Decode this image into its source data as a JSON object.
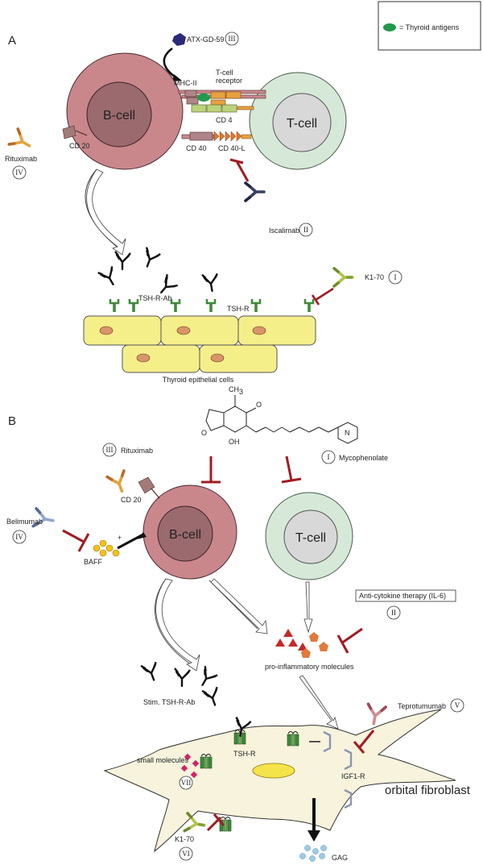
{
  "legend": {
    "text": "= Thyroid antigens"
  },
  "panel_a": {
    "letter": "A",
    "b_cell": "B-cell",
    "t_cell": "T-cell",
    "drug_atx": "ATX-GD-59",
    "roman_atx": "III",
    "mhc": "MHC-II",
    "tcr_line1": "T-cell",
    "tcr_line2": "receptor",
    "cd4": "CD 4",
    "cd40": "CD 40",
    "cd40l": "CD 40-L",
    "cd20": "CD 20",
    "drug_ritux": "Rituximab",
    "roman_ritux": "IV",
    "drug_iscal": "Iscalimab",
    "roman_iscal": "II",
    "tshr_ab": "TSH-R-Ab",
    "tshr": "TSH-R",
    "drug_k170": "K1-70",
    "roman_k170": "I",
    "epithelial": "Thyroid epithelial cells"
  },
  "panel_b": {
    "letter": "B",
    "b_cell": "B-cell",
    "t_cell": "T-cell",
    "drug_ritux": "Rituximab",
    "roman_ritux": "III",
    "cd20": "CD 20",
    "drug_myco": "Mycophenolate",
    "roman_myco": "I",
    "drug_beli": "Belimumab",
    "roman_beli": "IV",
    "baff": "BAFF",
    "plus": "+",
    "anticytokine": "Anti-cytokine therapy (IL-6)",
    "roman_anticyto": "II",
    "proinflam": "pro-inflammatory molecules",
    "stim_ab": "Stim. TSH-R-Ab",
    "drug_tepro": "Teprotumumab",
    "roman_tepro": "V",
    "small_mol": "small molecules",
    "roman_small": "VII",
    "tshr": "TSH-R",
    "igf1r": "IGF1-R",
    "fibroblast": "orbital fibroblast",
    "drug_k170": "K1-70",
    "roman_k170": "VI",
    "gag": "GAG",
    "mol_ch3_top": "CH",
    "mol_ch3_sub": "3",
    "mol_o": "O",
    "mol_oh": "OH",
    "mol_n": "N"
  },
  "colors": {
    "b_cell_outer": "#c9878c",
    "b_cell_inner": "#9a6a6e",
    "t_cell_outer": "#d6e9d8",
    "t_cell_inner": "#d8d8d8",
    "epithelial": "#f5ef8a",
    "nucleus": "#d9946a",
    "inhibitor": "#a01c22",
    "receptor_green": "#3f8a3a",
    "antigen": "#1f9a4a",
    "fibroblast": "#f7f3dc"
  }
}
